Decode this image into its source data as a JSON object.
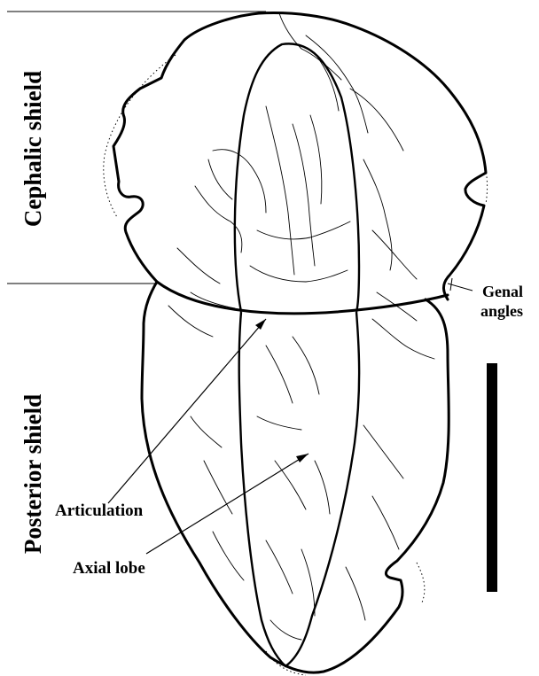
{
  "labels": {
    "cephalic_shield": "Cephalic shield",
    "posterior_shield": "Posterior shield",
    "genal_angles_line1": "Genal",
    "genal_angles_line2": "angles",
    "articulation": "Articulation",
    "axial_lobe": "Axial lobe"
  },
  "scale_bar": {
    "color": "#000000"
  },
  "colors": {
    "ink": "#000000",
    "background": "#ffffff"
  }
}
